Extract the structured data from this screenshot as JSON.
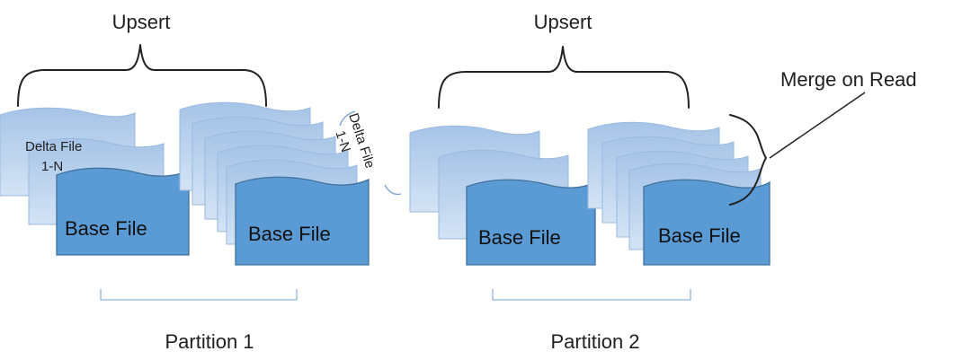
{
  "colors": {
    "delta_top": "#a6c4e7",
    "delta_bottom": "#cfe0f4",
    "delta_stroke": "#9ab9e0",
    "base_fill": "#5b9bd5",
    "base_stroke": "#41719c",
    "brace": "#222222",
    "partition_bracket": "#8fb4dd"
  },
  "labels": {
    "upsert_left": "Upsert",
    "upsert_right": "Upsert",
    "merge_on_read": "Merge on Read",
    "delta_file_line1": "Delta File",
    "delta_file_line2": "1-N",
    "rotated_delta_line1": "Delta File",
    "rotated_delta_line2": "1-N",
    "partition_1": "Partition 1",
    "partition_2": "Partition 2"
  },
  "partitions": [
    {
      "name": "Partition 1",
      "stacks": [
        {
          "delta_files": 2,
          "base_label": "Base File"
        },
        {
          "delta_files": 5,
          "base_label": "Base File"
        }
      ]
    },
    {
      "name": "Partition 2",
      "stacks": [
        {
          "delta_files": 2,
          "base_label": "Base File"
        },
        {
          "delta_files": 4,
          "base_label": "Base File"
        }
      ]
    }
  ]
}
